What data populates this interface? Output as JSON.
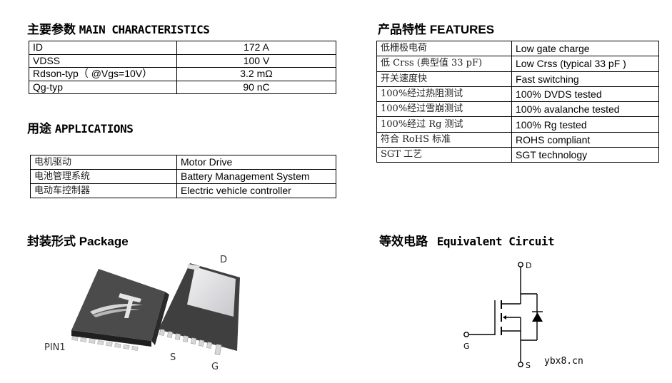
{
  "main_characteristics": {
    "title_cn": "主要参数",
    "title_en": "MAIN CHARACTERISTICS",
    "rows": [
      {
        "param": "ID",
        "value": "172 A"
      },
      {
        "param": "VDSS",
        "value": "100 V"
      },
      {
        "param": "Rdson-typ（  @Vgs=10V）",
        "value": "3.2 mΩ"
      },
      {
        "param": "Qg-typ",
        "value": "90 nC"
      }
    ]
  },
  "features": {
    "title_cn": "产品特性",
    "title_en": "FEATURES",
    "rows": [
      {
        "cn": "低栅极电荷",
        "en": "Low gate charge"
      },
      {
        "cn": "低  Crss (典型值 33 pF)",
        "en": "Low Crss (typical 33 pF )"
      },
      {
        "cn": "开关速度快",
        "en": "Fast switching"
      },
      {
        "cn": "100%经过热阻测试",
        "en": "100% DVDS tested"
      },
      {
        "cn": "100%经过雪崩测试",
        "en": "100% avalanche tested"
      },
      {
        "cn": "100%经过 Rg 测试",
        "en": "100% Rg tested"
      },
      {
        "cn": "符合 RoHS  标准",
        "en": "ROHS compliant"
      },
      {
        "cn": "SGT  工艺",
        "en": "SGT technology"
      }
    ]
  },
  "applications": {
    "title_cn": "用途",
    "title_en": "APPLICATIONS",
    "rows": [
      {
        "cn": "电机驱动",
        "en": "Motor Drive"
      },
      {
        "cn": "电池管理系统",
        "en": "Battery Management System"
      },
      {
        "cn": "电动车控制器",
        "en": "Electric vehicle controller"
      }
    ]
  },
  "package": {
    "title_cn": "封装形式",
    "title_en": "Package",
    "labels": {
      "pin1": "PIN1",
      "drain": "D",
      "source": "S",
      "gate": "G"
    }
  },
  "equivalent_circuit": {
    "title_cn": "等效电路",
    "title_en": "Equivalent Circuit",
    "labels": {
      "drain": "D",
      "gate": "G",
      "source": "S"
    }
  },
  "watermark": "ybx8.cn",
  "colors": {
    "package_body": "#4a4a4a",
    "package_dark": "#2e2e2e",
    "pad_silver": "#d9d9db",
    "line": "#000000"
  }
}
